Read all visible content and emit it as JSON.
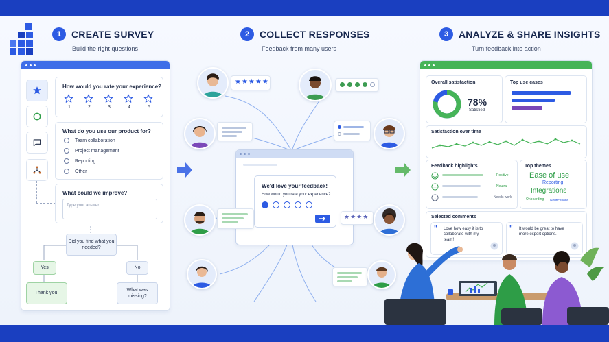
{
  "steps": [
    {
      "number": "1",
      "title": "CREATE SURVEY",
      "subtitle": "Build the right questions"
    },
    {
      "number": "2",
      "title": "COLLECT RESPONSES",
      "subtitle": "Feedback from many users"
    },
    {
      "number": "3",
      "title": "ANALYZE & SHARE INSIGHTS",
      "subtitle": "Turn feedback into action"
    }
  ],
  "survey": {
    "q1": {
      "title": "How would you rate your experience?",
      "scale": [
        "1",
        "2",
        "3",
        "4",
        "5"
      ]
    },
    "q2": {
      "title": "What do you use our product for?",
      "options": [
        "Team collaboration",
        "Project management",
        "Reporting",
        "Other"
      ]
    },
    "q3": {
      "title": "What could we improve?",
      "placeholder": "Type your answer..."
    }
  },
  "flow": {
    "question": "Did you find what you needed?",
    "yes": "Yes",
    "no": "No",
    "yes_result": "Thank you!",
    "no_result": "What was missing?"
  },
  "collect": {
    "title": "We'd love your feedback!",
    "question": "How would you rate your experience?",
    "submit_icon": "arrow-right-icon"
  },
  "dashboard": {
    "satisfaction": {
      "title": "Overall satisfaction",
      "value": "78%",
      "label": "Satisfied",
      "fraction": 0.78
    },
    "use_cases": {
      "title": "Top use cases",
      "bars": [
        0.95,
        0.7,
        0.5
      ]
    },
    "over_time": {
      "title": "Satisfaction over time"
    },
    "highlights": {
      "title": "Feedback highlights",
      "rows": [
        {
          "sentiment": "Positive",
          "color": "#2e9d47"
        },
        {
          "sentiment": "Neutral",
          "color": "#2e9d47"
        },
        {
          "sentiment": "Needs work",
          "color": "#56627d"
        }
      ]
    },
    "themes": {
      "title": "Top themes",
      "words": [
        "Ease of use",
        "Reporting",
        "Integrations",
        "Onboarding",
        "Notifications"
      ]
    },
    "comments": {
      "title": "Selected comments",
      "items": [
        "Love how easy it is to collaborate with my team!",
        "It would be great to have more export options."
      ]
    }
  },
  "colors": {
    "brand": "#1a3fc0",
    "accent": "#2d5be3",
    "green": "#2e9d47"
  }
}
